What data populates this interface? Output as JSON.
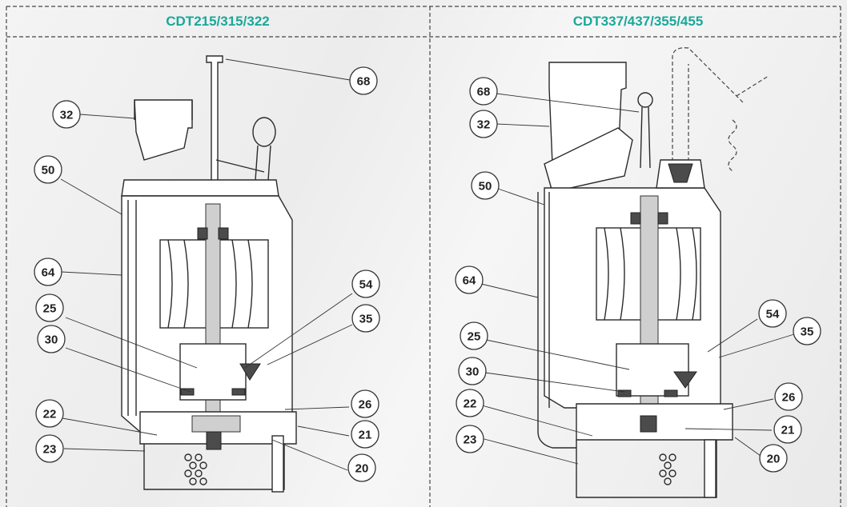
{
  "panels": [
    {
      "title": "CDT215/315/322",
      "callouts": [
        "68",
        "32",
        "50",
        "64",
        "54",
        "25",
        "35",
        "30",
        "26",
        "22",
        "21",
        "23",
        "20"
      ]
    },
    {
      "title": "CDT337/437/355/455",
      "callouts": [
        "68",
        "32",
        "50",
        "64",
        "54",
        "35",
        "25",
        "30",
        "26",
        "22",
        "21",
        "23",
        "20"
      ]
    }
  ],
  "colors": {
    "title": "#1aa89a",
    "frame": "#444444"
  }
}
